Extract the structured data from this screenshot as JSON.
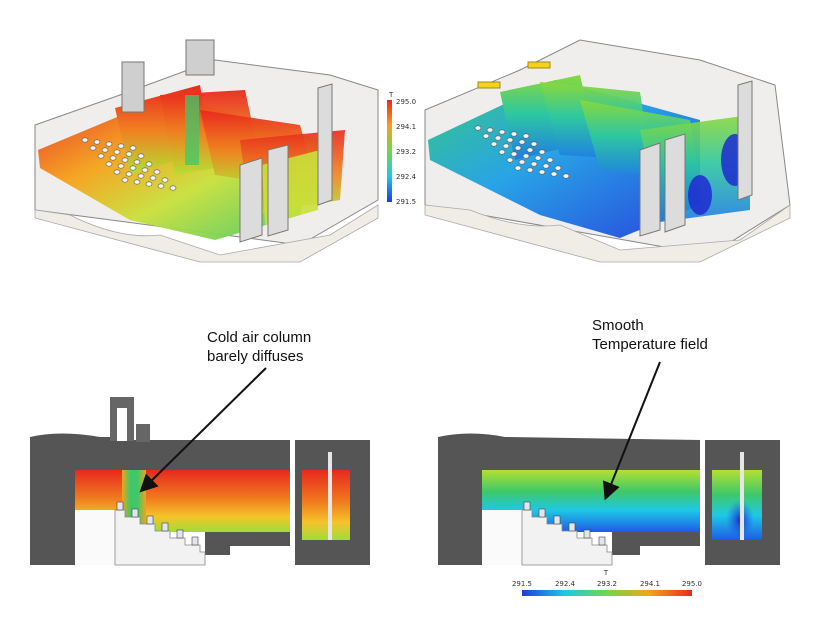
{
  "annotations": {
    "left_line1": "Cold air column",
    "left_line2": "barely diffuses",
    "right_line1": "Smooth",
    "right_line2": "Temperature field"
  },
  "vertical_colorbar": {
    "title": "T",
    "ticks": [
      "295.0",
      "294.1",
      "293.2",
      "292.4",
      "291.5"
    ]
  },
  "horizontal_colorbar": {
    "title": "T",
    "ticks": [
      "291.5",
      "292.4",
      "293.2",
      "294.1",
      "295.0"
    ]
  },
  "colors": {
    "hot": "#e8281e",
    "warm": "#f5a21a",
    "mid": "#b4e032",
    "neutral": "#3ec86a",
    "cool": "#1ec8e6",
    "cold": "#1e3cdc",
    "wall": "#6e6e6e",
    "floor": "#f0ece6"
  }
}
